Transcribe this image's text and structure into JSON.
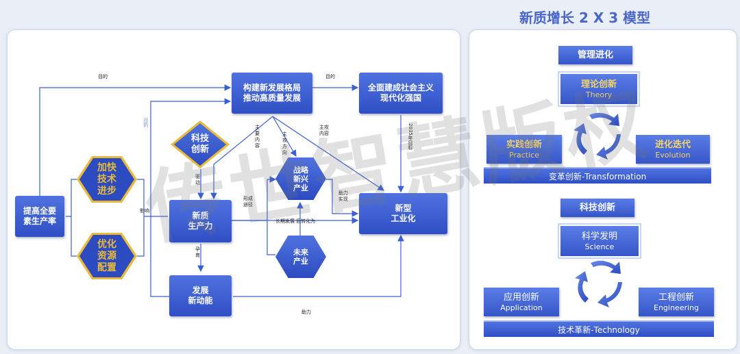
{
  "page_title": "新质增长 2 X 3 模型",
  "watermark": "传世智慧版权",
  "left": {
    "nodes": {
      "goal_build": "构建新发展格局\n推动高质量发展",
      "goal_modern": "全面建成社会主义\n现代化强国",
      "tech_innovation": "科技\n创新",
      "tfp": "提高全要\n素生产率",
      "speed_tech": "加快\n技术\n进步",
      "optimize": "优化\n资源\n配置",
      "new_productivity": "新质\n生产力",
      "strategic": "战略\n新兴\n产业",
      "future": "未来\n产业",
      "new_industrial": "新型\n工业化",
      "momentum": "发展\n新动能"
    },
    "labels": {
      "purpose_1": "目的",
      "purpose_2": "目的",
      "purpose_vertical": "目的",
      "main_content_1": "主\n要\n内\n容",
      "main_direction": "主\n攻\n方\n向",
      "main_content_2": "主攻\n内容",
      "goal_2035": "2035年目标",
      "drive": "驱\n动",
      "influence": "影响",
      "form_path": "形成\n途径",
      "help_realize": "助力\n实现",
      "long_term": "长期发展 后转化为",
      "nurture": "孕\n育",
      "help": "助力"
    }
  },
  "right": {
    "section1": {
      "header": "管理进化",
      "theory_cn": "理论创新",
      "theory_en": "Theory",
      "practice_cn": "实践创新",
      "practice_en": "Practice",
      "evolution_cn": "进化迭代",
      "evolution_en": "Evolution",
      "bar": "变革创新-Transformation"
    },
    "section2": {
      "header": "科技创新",
      "science_cn": "科学发明",
      "science_en": "Science",
      "application_cn": "应用创新",
      "application_en": "Application",
      "engineering_cn": "工程创新",
      "engineering_en": "Engineering",
      "bar": "技术革新-Technology"
    }
  },
  "colors": {
    "box_blue": "#3a5bd0",
    "gold": "#e9b93a",
    "title_blue": "#4a66c8",
    "arrow_blue": "#3b5fd4"
  }
}
